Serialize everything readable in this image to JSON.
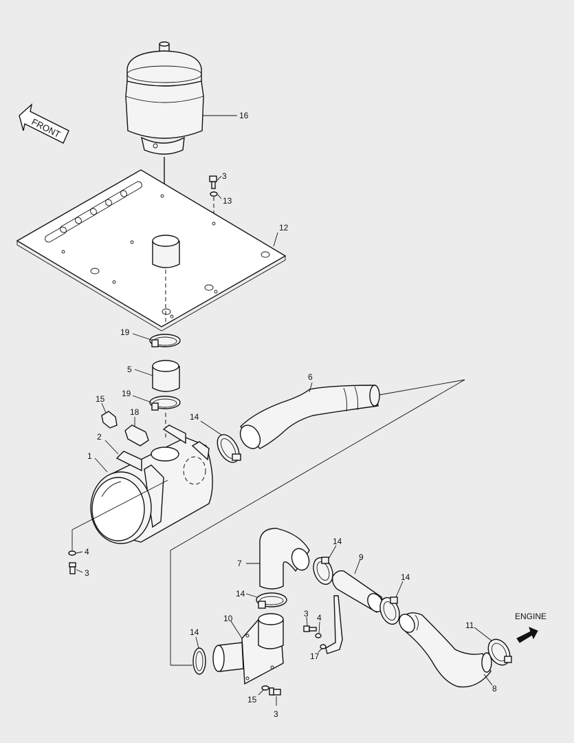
{
  "diagram": {
    "direction_labels": {
      "front": "FRONT",
      "engine": "ENGINE"
    },
    "callouts": {
      "c16": "16",
      "c3a": "3",
      "c13": "13",
      "c12": "12",
      "c19a": "19",
      "c5": "5",
      "c19b": "19",
      "c6": "6",
      "c15a": "15",
      "c18": "18",
      "c14a": "14",
      "c2": "2",
      "c1": "1",
      "c4a": "4",
      "c3b": "3",
      "c7": "7",
      "c14b": "14",
      "c9": "9",
      "c14c": "14",
      "c14d": "14",
      "c3c": "3",
      "c4b": "4",
      "c17": "17",
      "c10": "10",
      "c14e": "14",
      "c11": "11",
      "c8": "8",
      "c15b": "15",
      "c3d": "3"
    }
  }
}
